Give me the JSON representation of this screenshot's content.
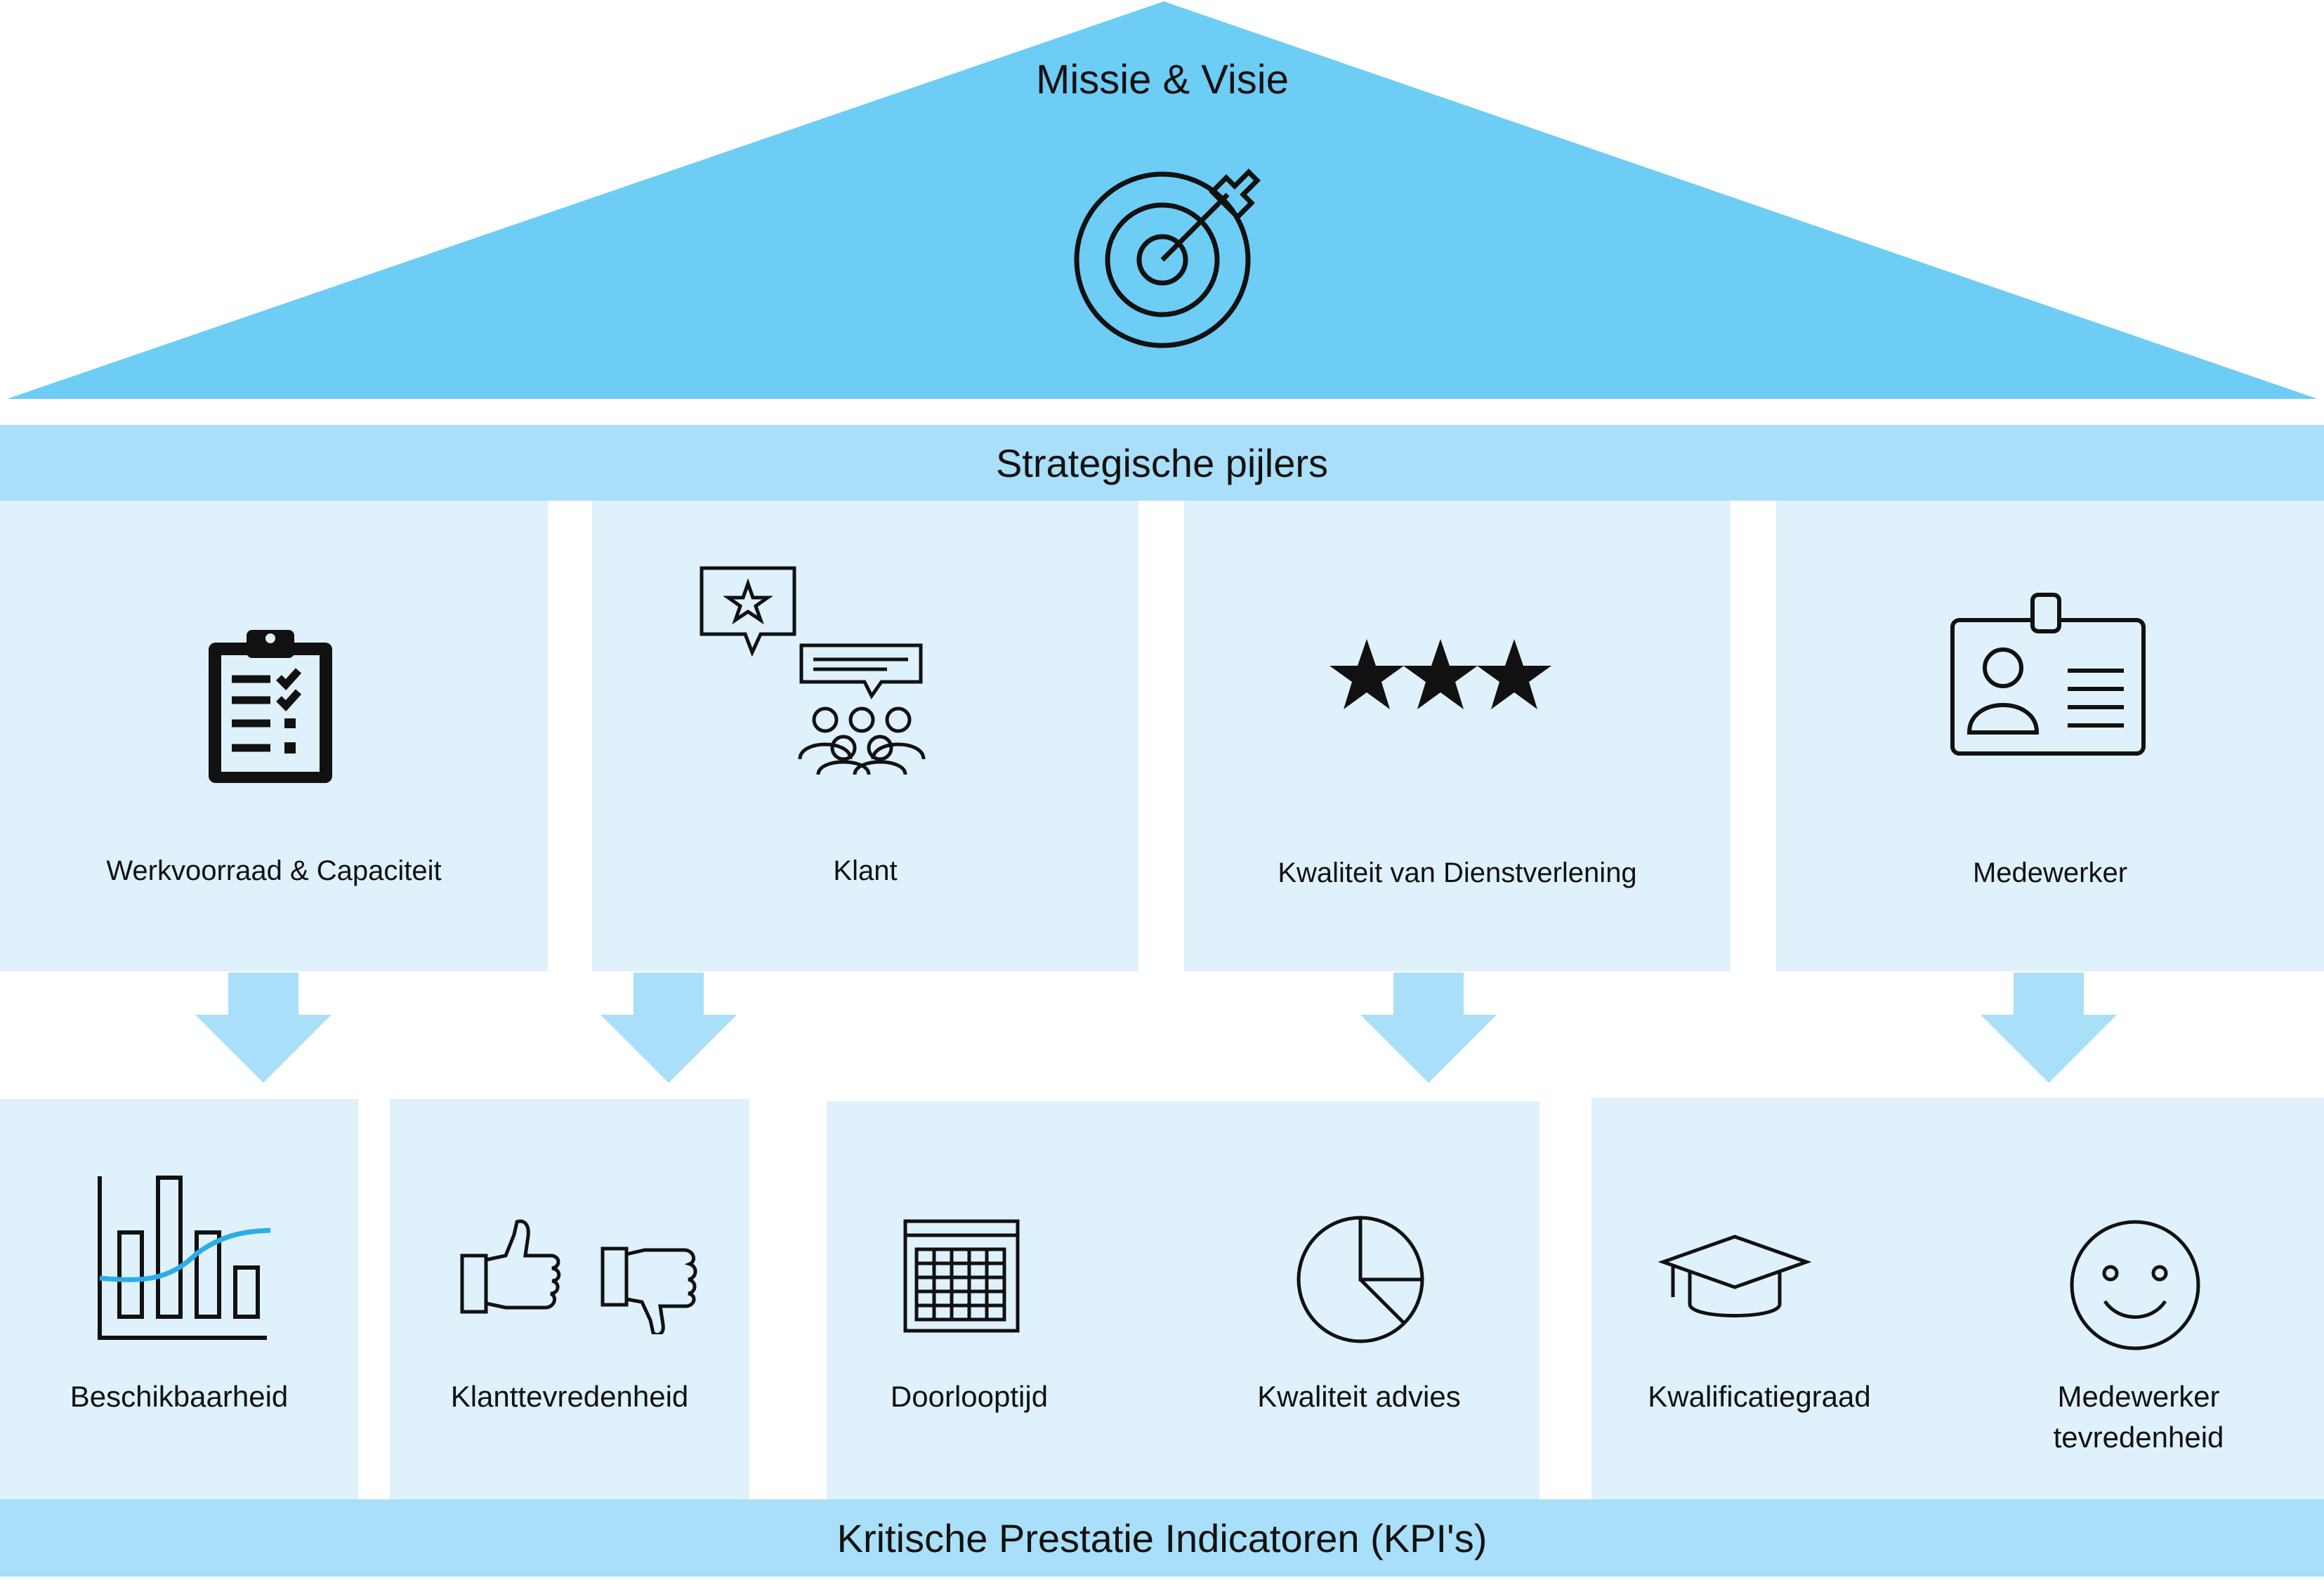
{
  "roof": {
    "title": "Missie & Visie",
    "icon": "target-arrow-icon"
  },
  "pillars_bar": {
    "label": "Strategische pijlers"
  },
  "pillars": [
    {
      "label": "Werkvoorraad & Capaciteit",
      "icon": "clipboard-checklist-icon"
    },
    {
      "label": "Klant",
      "icon": "customer-feedback-icon"
    },
    {
      "label": "Kwaliteit van Dienstverlening",
      "icon": "three-stars-icon"
    },
    {
      "label": "Medewerker",
      "icon": "id-badge-icon"
    }
  ],
  "kpis": [
    {
      "label": "Beschikbaarheid",
      "icon": "bar-chart-trend-icon"
    },
    {
      "label": "Klanttevredenheid",
      "icon": "thumbs-up-down-icon"
    },
    {
      "label": "Doorlooptijd",
      "icon": "calendar-icon"
    },
    {
      "label": "Kwaliteit advies",
      "icon": "pie-chart-icon"
    },
    {
      "label": "Kwalificatiegraad",
      "icon": "graduation-cap-icon"
    },
    {
      "label_line1": "Medewerker",
      "label_line2": "tevredenheid",
      "icon": "smiley-face-icon"
    }
  ],
  "kpi_bar": {
    "label": "Kritische Prestatie Indicatoren (KPI's)"
  },
  "colors": {
    "roof": "#6dcdf5",
    "bar": "#a9dff8",
    "box": "#dff1fb",
    "arrow": "#a9dff8",
    "trend": "#29aee6"
  }
}
